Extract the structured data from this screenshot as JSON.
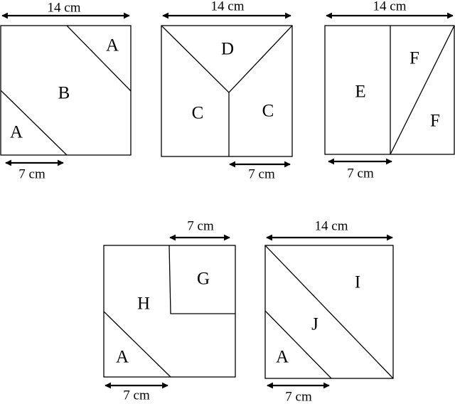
{
  "figures": [
    {
      "top_dim": "14 cm",
      "bottom_dim": "7 cm",
      "pieces": [
        "A",
        "B",
        "A"
      ]
    },
    {
      "top_dim": "14 cm",
      "bottom_dim": "7 cm",
      "pieces": [
        "D",
        "C",
        "C"
      ]
    },
    {
      "top_dim": "14 cm",
      "bottom_dim": "7 cm",
      "pieces": [
        "E",
        "F",
        "F"
      ]
    },
    {
      "top_dim": "7 cm",
      "bottom_dim": "7 cm",
      "pieces": [
        "H",
        "G",
        "A"
      ]
    },
    {
      "top_dim": "14 cm",
      "bottom_dim": "7 cm",
      "pieces": [
        "I",
        "J",
        "A"
      ]
    }
  ]
}
